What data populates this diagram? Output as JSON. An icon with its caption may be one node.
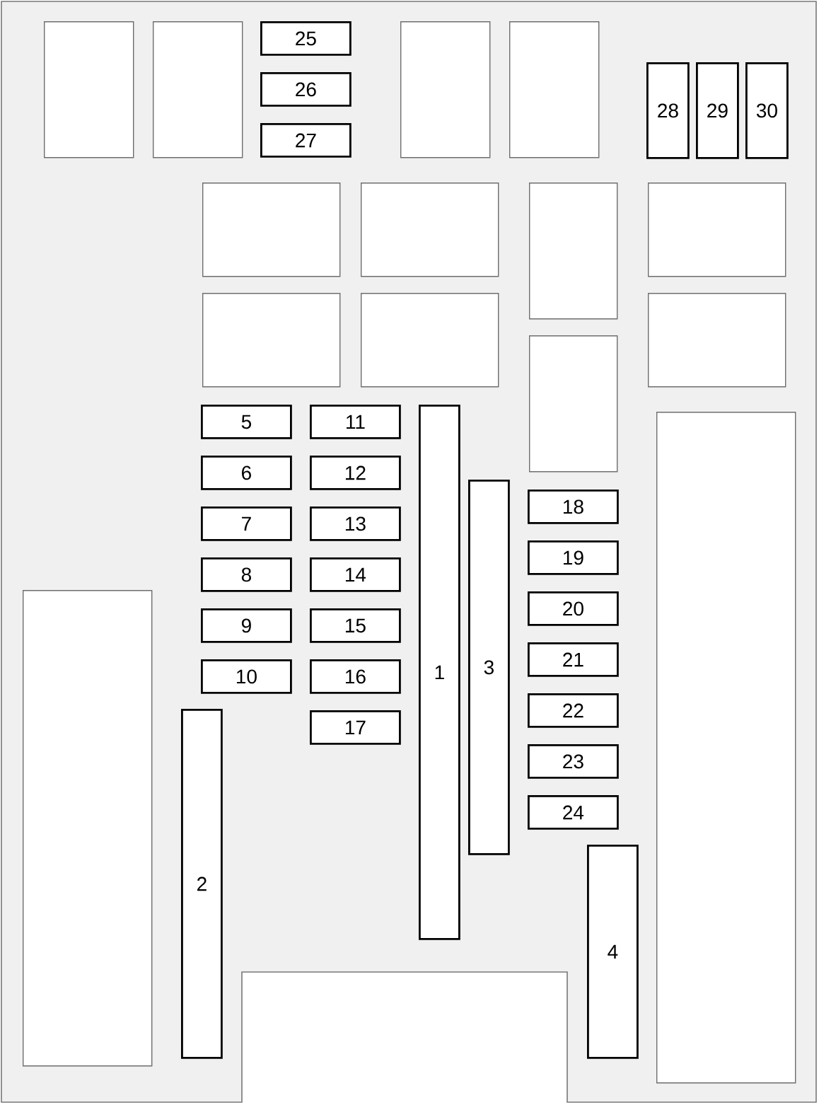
{
  "diagram": {
    "nodes": [
      {
        "text": [],
        "shape": "box"
      },
      {
        "text": [],
        "shape": "box"
      },
      {
        "text": [
          "25"
        ]
      },
      {
        "text": [],
        "shape": "box"
      },
      {
        "text": [],
        "shape": "box"
      },
      {
        "text": [
          "28"
        ]
      },
      {
        "text": [
          "29"
        ]
      },
      {
        "text": [
          "30"
        ]
      },
      {
        "text": [
          "26"
        ]
      },
      {
        "text": [
          "27"
        ]
      },
      {
        "text": [],
        "shape": "box"
      },
      {
        "text": [],
        "shape": "box"
      },
      {
        "text": [],
        "shape": "box"
      },
      {
        "text": [],
        "shape": "box"
      },
      {
        "text": [],
        "shape": "box"
      },
      {
        "text": [],
        "shape": "box"
      },
      {
        "text": [],
        "shape": "box"
      },
      {
        "text": [],
        "shape": "box"
      },
      {
        "text": [
          "5"
        ]
      },
      {
        "text": [
          "11"
        ]
      },
      {
        "text": [
          "1"
        ]
      },
      {
        "text": [],
        "shape": "box"
      },
      {
        "text": [
          "6"
        ]
      },
      {
        "text": [
          "12"
        ]
      },
      {
        "text": [
          "3"
        ]
      },
      {
        "text": [
          "18"
        ]
      },
      {
        "text": [
          "7"
        ]
      },
      {
        "text": [
          "13"
        ]
      },
      {
        "text": [
          "19"
        ]
      },
      {
        "text": [
          "8"
        ]
      },
      {
        "text": [
          "14"
        ]
      },
      {
        "text": [
          "20"
        ]
      },
      {
        "text": [],
        "shape": "box"
      },
      {
        "text": [
          "9"
        ]
      },
      {
        "text": [
          "15"
        ]
      },
      {
        "text": [
          "21"
        ]
      },
      {
        "text": [
          "10"
        ]
      },
      {
        "text": [
          "16"
        ]
      },
      {
        "text": [
          "22"
        ]
      },
      {
        "text": [
          "2"
        ]
      },
      {
        "text": [
          "17"
        ]
      },
      {
        "text": [
          "23"
        ]
      },
      {
        "text": [
          "24"
        ]
      },
      {
        "text": [
          "4"
        ]
      }
    ]
  }
}
